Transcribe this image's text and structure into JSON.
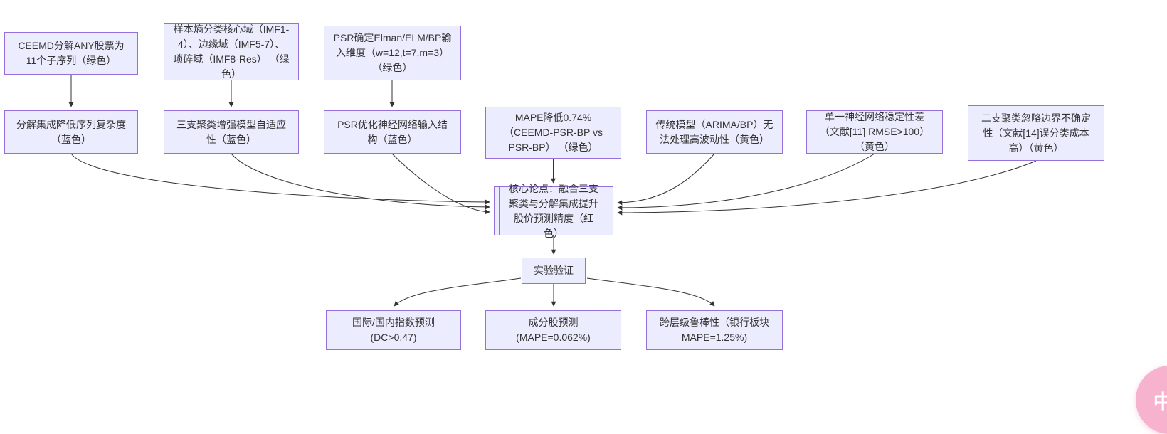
{
  "diagram": {
    "nodes": {
      "ceemd": {
        "label": "CEEMD分解ANY股票为11个子序列（绿色）"
      },
      "sample_entropy": {
        "label": "样本熵分类核心域（IMF1-4）、边缘域（IMF5-7）、琐碎域（IMF8-Res） （绿色）"
      },
      "psr_input": {
        "label": "PSR确定Elman/ELM/BP输入维度（w=12,t=7,m=3） （绿色）"
      },
      "decomp": {
        "label": "分解集成降低序列复杂度（蓝色）"
      },
      "three_way": {
        "label": "三支聚类增强模型自适应性（蓝色）"
      },
      "psr_opt": {
        "label": "PSR优化神经网络输入结构（蓝色）"
      },
      "mape_reduce": {
        "label": "MAPE降低0.74%（CEEMD-PSR-BP vs PSR-BP） （绿色）"
      },
      "traditional": {
        "label": "传统模型（ARIMA/BP）无法处理高波动性（黄色）"
      },
      "single_nn": {
        "label": "单一神经网络稳定性差（文献[11] RMSE>100） （黄色）"
      },
      "two_way": {
        "label": "二支聚类忽略边界不确定性（文献[14]误分类成本高）（黄色）"
      },
      "core": {
        "label": "核心论点：融合三支聚类与分解集成提升股价预测精度（红色）"
      },
      "experiment": {
        "label": "实验验证"
      },
      "index_pred": {
        "label": "国际/国内指数预测 (DC>0.47)"
      },
      "stock_pred": {
        "label": "成分股预测 (MAPE=0.062%)"
      },
      "robustness": {
        "label": "跨层级鲁棒性（银行板块 MAPE=1.25%)"
      }
    },
    "colors": {
      "node_fill": "#ECECFF",
      "node_border": "#9370DB",
      "edge": "#333333",
      "core_note": "红色",
      "background": "#ffffff"
    }
  },
  "floating_button": {
    "label": "中A",
    "color": "#F7B3CE"
  }
}
